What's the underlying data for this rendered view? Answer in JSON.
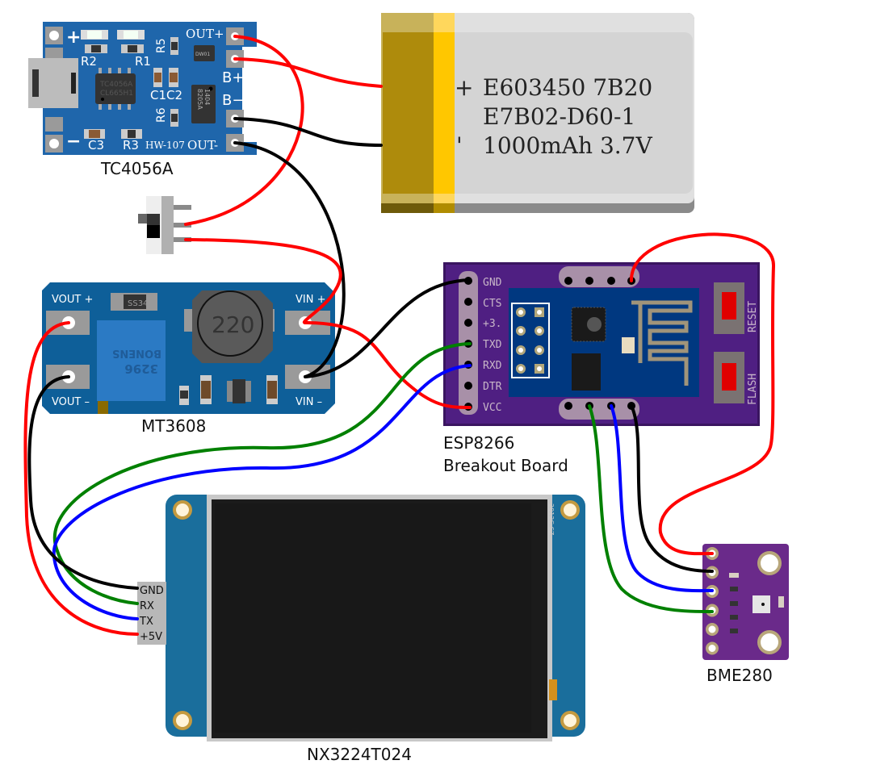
{
  "diagram": {
    "type": "wiring-diagram",
    "components": {
      "charger": {
        "name": "TC4056A",
        "chip_label_1": "TC4056A",
        "chip_label_2": "CL665H1",
        "protect_chip": "DW01",
        "mosfet_label_1": "8205A",
        "mosfet_label_2": "1404",
        "board_code": "HW-107",
        "plus_sign": "+",
        "minus_sign": "−",
        "pads": {
          "out_plus": "OUT+",
          "b_plus": "B+",
          "b_minus": "B−",
          "out_minus": "OUT-"
        },
        "parts": {
          "r1": "R1",
          "r2": "R2",
          "r3": "R3",
          "r5": "R5",
          "r6": "R6",
          "c1": "C1",
          "c2": "C2",
          "c3": "C3"
        }
      },
      "battery": {
        "line1_sign": "+",
        "line1": "E603450  7B20",
        "line2": "E7B02-D60-1",
        "line3_sign": "'",
        "line3": "1000mAh  3.7V"
      },
      "switch": {
        "name": "slide-switch"
      },
      "boost": {
        "name": "MT3608",
        "diode": "SS34",
        "inductor": "220",
        "pot_brand": "BONENS",
        "pot_model": "3296",
        "pads": {
          "vout_plus": "VOUT +",
          "vout_minus": "VOUT –",
          "vin_plus": "VIN +",
          "vin_minus": "VIN –"
        }
      },
      "esp": {
        "name_line1": "ESP8266",
        "name_line2": "Breakout Board",
        "pins": [
          "GND",
          "CTS",
          "+3.",
          "TXD",
          "RXD",
          "DTR",
          "VCC"
        ],
        "buttons": [
          "RESET",
          "FLASH"
        ]
      },
      "display": {
        "name": "NX3224T024",
        "panel_code": "2812C-SZ",
        "connector_pins": [
          "GND",
          "RX",
          "TX",
          "+5V"
        ]
      },
      "sensor": {
        "name": "BME280"
      }
    },
    "wire_colors": {
      "power": "#ff0000",
      "ground": "#000000",
      "tx": "#008000",
      "rx": "#0000ff"
    },
    "connections": [
      {
        "from": "TC4056A OUT+",
        "to": "Switch",
        "color": "red"
      },
      {
        "from": "TC4056A B+",
        "to": "Battery +",
        "color": "red"
      },
      {
        "from": "TC4056A B-",
        "to": "Battery -",
        "color": "black"
      },
      {
        "from": "TC4056A OUT-",
        "to": "MT3608 VIN-",
        "color": "black"
      },
      {
        "from": "Switch",
        "to": "MT3608 VIN+",
        "color": "red"
      },
      {
        "from": "MT3608 VIN+",
        "to": "ESP8266 VCC",
        "color": "red"
      },
      {
        "from": "MT3608 VIN-",
        "to": "ESP8266 GND",
        "color": "black"
      },
      {
        "from": "MT3608 VOUT+",
        "to": "NX3224T024 +5V",
        "color": "red"
      },
      {
        "from": "MT3608 VOUT-",
        "to": "NX3224T024 GND",
        "color": "black"
      },
      {
        "from": "ESP8266 TXD",
        "to": "NX3224T024 RX",
        "color": "green"
      },
      {
        "from": "ESP8266 RXD",
        "to": "NX3224T024 TX",
        "color": "blue"
      },
      {
        "from": "ESP8266 top header",
        "to": "BME280 VIN",
        "color": "red"
      },
      {
        "from": "ESP8266 bottom header",
        "to": "BME280 GND",
        "color": "black"
      },
      {
        "from": "ESP8266 bottom header",
        "to": "BME280 SCL",
        "color": "blue"
      },
      {
        "from": "ESP8266 bottom header",
        "to": "BME280 SDA",
        "color": "green"
      }
    ]
  }
}
